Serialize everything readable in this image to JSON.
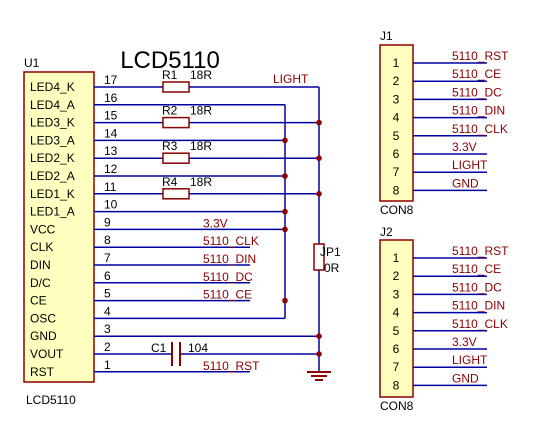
{
  "title": "LCD5110",
  "u1": {
    "ref": "U1",
    "value": "LCD5110",
    "pins": [
      {
        "num": "17",
        "name": "LED4_K"
      },
      {
        "num": "16",
        "name": "LED4_A"
      },
      {
        "num": "15",
        "name": "LED3_K"
      },
      {
        "num": "14",
        "name": "LED3_A"
      },
      {
        "num": "13",
        "name": "LED2_K"
      },
      {
        "num": "12",
        "name": "LED2_A"
      },
      {
        "num": "11",
        "name": "LED1_K"
      },
      {
        "num": "10",
        "name": "LED1_A"
      },
      {
        "num": "9",
        "name": "VCC"
      },
      {
        "num": "8",
        "name": "CLK"
      },
      {
        "num": "7",
        "name": "DIN"
      },
      {
        "num": "6",
        "name": "D/C"
      },
      {
        "num": "5",
        "name": "CE"
      },
      {
        "num": "4",
        "name": "OSC"
      },
      {
        "num": "3",
        "name": "GND"
      },
      {
        "num": "2",
        "name": "VOUT"
      },
      {
        "num": "1",
        "name": "RST"
      }
    ]
  },
  "resistors": [
    {
      "ref": "R1",
      "value": "18R"
    },
    {
      "ref": "R2",
      "value": "18R"
    },
    {
      "ref": "R3",
      "value": "18R"
    },
    {
      "ref": "R4",
      "value": "18R"
    }
  ],
  "light_label": "LIGHT",
  "net_labels": [
    "3.3V",
    "5110_CLK",
    "5110_DIN",
    "5110_DC",
    "5110_CE",
    "5110_RST"
  ],
  "c1": {
    "ref": "C1",
    "value": "104"
  },
  "jp1": {
    "ref": "JP1",
    "value": "0R"
  },
  "connectors": [
    {
      "ref": "J1",
      "value": "CON8",
      "pins": [
        {
          "num": "1",
          "net": "5110_RST"
        },
        {
          "num": "2",
          "net": "5110_CE"
        },
        {
          "num": "3",
          "net": "5110_DC"
        },
        {
          "num": "4",
          "net": "5110_DIN"
        },
        {
          "num": "5",
          "net": "5110_CLK"
        },
        {
          "num": "6",
          "net": "3.3V"
        },
        {
          "num": "7",
          "net": "LIGHT"
        },
        {
          "num": "8",
          "net": "GND"
        }
      ]
    },
    {
      "ref": "J2",
      "value": "CON8",
      "pins": [
        {
          "num": "1",
          "net": "5110_RST"
        },
        {
          "num": "2",
          "net": "5110_CE"
        },
        {
          "num": "3",
          "net": "5110_DC"
        },
        {
          "num": "4",
          "net": "5110_DIN"
        },
        {
          "num": "5",
          "net": "5110_CLK"
        },
        {
          "num": "6",
          "net": "3.3V"
        },
        {
          "num": "7",
          "net": "LIGHT"
        },
        {
          "num": "8",
          "net": "GND"
        }
      ]
    }
  ],
  "colors": {
    "wire": "#0000a0",
    "component": "#8b0000",
    "junction": "#8b0000",
    "net_label": "#8b0000",
    "ic_fill": "#ffffc0",
    "text": "#000000"
  }
}
